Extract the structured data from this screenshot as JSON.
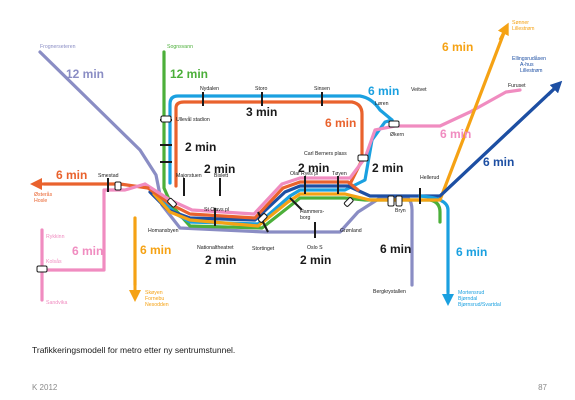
{
  "colors": {
    "blue": "#1aa0e0",
    "dark_blue": "#1d4fa3",
    "green": "#4caf3a",
    "orange": "#f5a214",
    "dark_orange": "#e9622d",
    "pink": "#f08cc0",
    "purple": "#8a8dc4",
    "black": "#1a1a1a"
  },
  "stations": {
    "frognerseteren": "Frognerseteren",
    "sognsvann": "Sognsvann",
    "nydalen": "Nydalen",
    "storo": "Storo",
    "sinsen": "Sinsen",
    "ullevaal": "Ullevål stadion",
    "carl_berner": "Carl Berners plass",
    "loren": "Løren",
    "okern": "Økern",
    "veitvet": "Veitvet",
    "furuset": "Furuset",
    "smestad": "Smestad",
    "majorstuen": "Majorstuen",
    "bislett": "Bislett",
    "st_olavs": "St Olavs pl",
    "olaf_ryes": "Olaf Ryes pl",
    "tøyen": "Tøyen",
    "hellerud": "Hellerud",
    "homansbyen": "Homansbyen",
    "nationaltheatret": "Nationaltheatret",
    "stortinget": "Stortinget",
    "hammersborg": "Hammers-",
    "hammersborg_2": "borg",
    "gronland": "Grønland",
    "oslo_s": "Oslo S",
    "bryn": "Bryn",
    "bergkrystallen": "Bergkrystallen",
    "osteras_1": "Østerås",
    "osteras_2": "Hosle",
    "rykkinn": "Rykkinn",
    "kolsas": "Kolsås",
    "sandvika": "Sandvika",
    "skoyen_1": "Skøyen",
    "skoyen_2": "Fornebu",
    "skoyen_3": "Nesodden",
    "sonner_1": "Sønner",
    "sonner_2": "Lillestrøm",
    "ellingsrud_1": "Ellingsrudåsen",
    "ellingsrud_2": "A-hus",
    "ellingsrud_3": "Lillestrøm",
    "mortensrud_1": "Mortensrud",
    "mortensrud_2": "Bjørndal",
    "mortensrud_3": "Bjørnsrud/Svartdal"
  },
  "headways": {
    "frogner": "12 min",
    "sognsvann": "12 min",
    "storo": "3 min",
    "ullevaal": "2 min",
    "west_2a": "2 min",
    "center_2": "2 min",
    "carl_berner": "2 min",
    "sinsen_6": "6 min",
    "loren_6": "6 min",
    "sonner_6": "6 min",
    "okern_6": "6 min",
    "hellerud_6": "6 min",
    "osteras_6": "6 min",
    "kolsas_6": "6 min",
    "skoyen_6": "6 min",
    "national_2": "2 min",
    "oslo_s_2": "2 min",
    "bryn_6": "6 min",
    "mortensrud_6": "6 min"
  },
  "caption": "Trafikkeringsmodell for metro etter ny sentrumstunnel.",
  "footer": {
    "left": "K 2012",
    "right": "87"
  }
}
